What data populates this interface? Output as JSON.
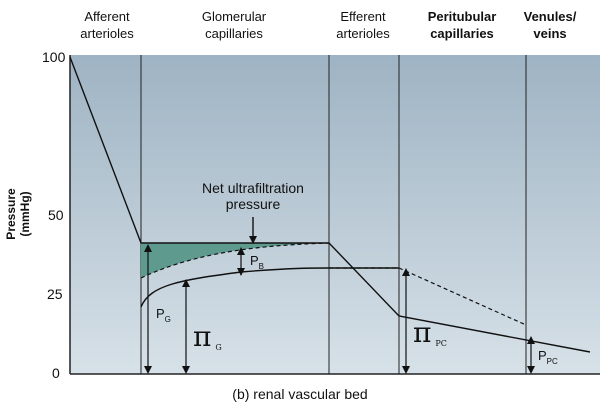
{
  "regions": [
    {
      "line1": "Afferent",
      "line2": "arterioles"
    },
    {
      "line1": "Glomerular",
      "line2": "capillaries"
    },
    {
      "line1": "Efferent",
      "line2": "arterioles"
    },
    {
      "line1": "Peritubular",
      "line2": "capillaries"
    },
    {
      "line1": "Venules/",
      "line2": "veins"
    }
  ],
  "y_axis": {
    "label": "Pressure (mmHg)",
    "ticks": [
      "100",
      "50",
      "25",
      "0"
    ]
  },
  "annotation": {
    "line1": "Net ultrafiltration",
    "line2": "pressure"
  },
  "symbols": {
    "pb": "P",
    "pb_sub": "B",
    "pg": "P",
    "pg_sub": "G",
    "pi_g": "π",
    "pi_g_sub": "G",
    "pi_pc": "π",
    "pi_pc_sub": "PC",
    "ppc": "P",
    "ppc_sub": "PC"
  },
  "caption": "(b) renal vascular bed",
  "colors": {
    "plot_bg_top": "#9eb3c3",
    "plot_bg_bottom": "#d7e1e8",
    "ultrafiltration_fill": "#5f9a8f"
  }
}
